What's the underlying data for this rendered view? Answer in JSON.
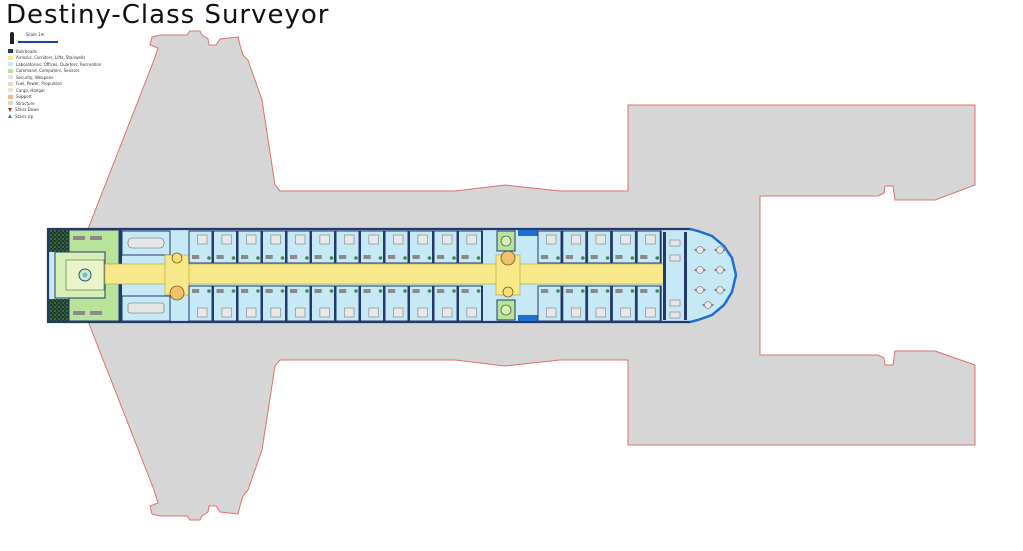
{
  "title": "Destiny-Class Surveyor",
  "scale_label": "Scale 1m",
  "legend": [
    {
      "label": "Bulkheads",
      "color": "#243a6b"
    },
    {
      "label": "Airlocks, Corridors, Lifts, Stairwells",
      "color": "#f7e98a"
    },
    {
      "label": "Laboratories, Offices, Quarters, Recreation",
      "color": "#c6e9f5"
    },
    {
      "label": "Command, Computers, Sensors",
      "color": "#b9e39b"
    },
    {
      "label": "Security, Weapons",
      "color": "#e3e3e3"
    },
    {
      "label": "Fuel, Power, Propulsion",
      "color": "#f3d2dc"
    },
    {
      "label": "Cargo, Hangar",
      "color": "#f9dfc2"
    },
    {
      "label": "Support",
      "color": "#f3b39a"
    },
    {
      "label": "Structure",
      "color": "#d7d7d7"
    }
  ],
  "stairs": [
    {
      "label": "Stairs Down",
      "icon": "stairs-down-icon",
      "color": "#c0262b"
    },
    {
      "label": "Stairs Up",
      "icon": "stairs-up-icon",
      "color": "#1f86c7"
    }
  ]
}
